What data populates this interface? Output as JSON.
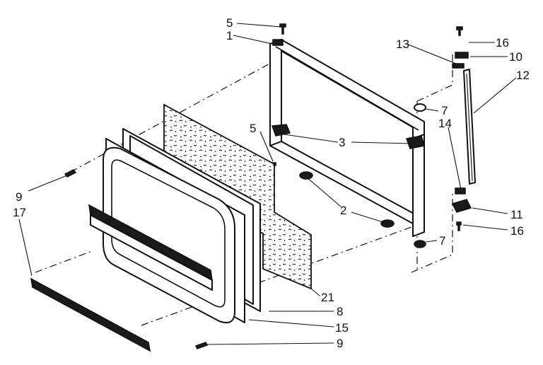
{
  "callouts": {
    "c1": "1",
    "c2": "2",
    "c3": "3",
    "c5a": "5",
    "c5b": "5",
    "c7a": "7",
    "c7b": "7",
    "c8": "8",
    "c9a": "9",
    "c9b": "9",
    "c10": "10",
    "c11": "11",
    "c12": "12",
    "c13": "13",
    "c14": "14",
    "c15": "15",
    "c16a": "16",
    "c16b": "16",
    "c17": "17",
    "c21": "21"
  },
  "colors": {
    "ink": "#111111",
    "paper": "#ffffff"
  }
}
